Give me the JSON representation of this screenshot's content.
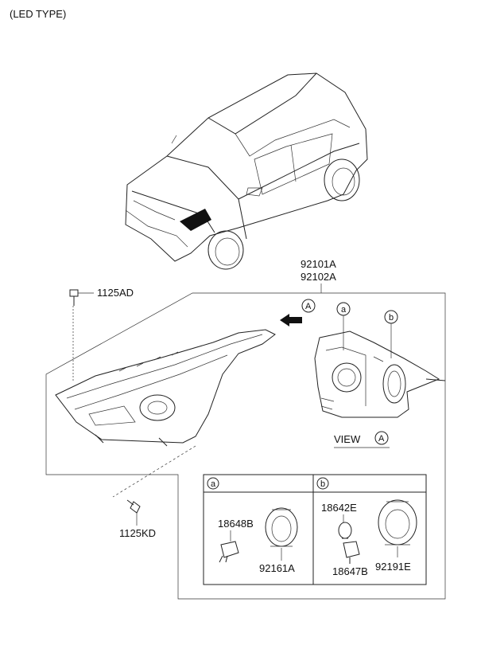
{
  "header": {
    "type_label": "(LED TYPE)"
  },
  "assembly": {
    "part_primary": "92101A",
    "part_secondary": "92102A"
  },
  "fasteners": {
    "top_bolt": "1125AD",
    "bottom_bolt": "1125KD"
  },
  "view": {
    "label": "VIEW",
    "arrow_letter": "A",
    "callout_a": "a",
    "callout_b": "b"
  },
  "detail_a": {
    "tag": "a",
    "bulb": "18648B",
    "socket": "92161A"
  },
  "detail_b": {
    "tag": "b",
    "bulb_upper": "18642E",
    "bulb_lower": "18647B",
    "socket": "92191E"
  }
}
